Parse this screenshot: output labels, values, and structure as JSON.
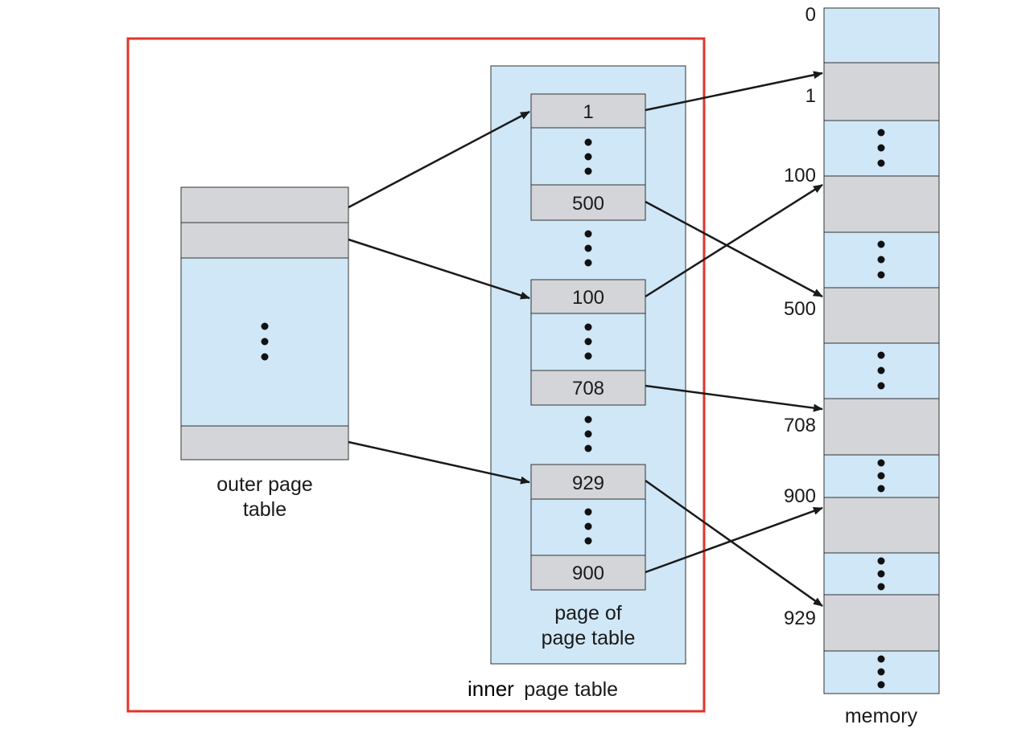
{
  "colors": {
    "light_blue": "#cfe7f7",
    "gray": "#d3d5d8",
    "border": "#333333",
    "arrow": "#1a1a1a",
    "highlight_box": "#e0342b"
  },
  "outer_page_table": {
    "caption_line1": "outer page",
    "caption_line2": "table"
  },
  "page_of_page_table": {
    "caption_line1": "page of",
    "caption_line2": "page table",
    "entries": [
      "1",
      "500",
      "100",
      "708",
      "929",
      "900"
    ]
  },
  "inner_page_table": {
    "label_bold": "inner",
    "label_rest": "page table"
  },
  "memory": {
    "caption": "memory",
    "address_labels": [
      "0",
      "1",
      "100",
      "500",
      "708",
      "900",
      "929"
    ]
  },
  "icons": {
    "ellipsis": "vertical-ellipsis-icon",
    "arrow": "arrow-icon"
  }
}
